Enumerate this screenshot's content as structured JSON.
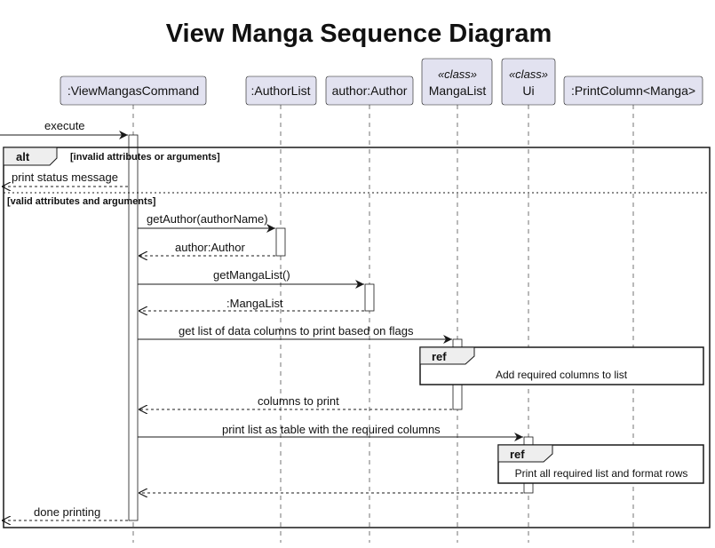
{
  "title": "View Manga Sequence Diagram",
  "participants": [
    {
      "id": "cmd",
      "name": ":ViewMangasCommand",
      "stereotype": ""
    },
    {
      "id": "authorList",
      "name": ":AuthorList",
      "stereotype": ""
    },
    {
      "id": "author",
      "name": "author:Author",
      "stereotype": ""
    },
    {
      "id": "mangaList",
      "name": "MangaList",
      "stereotype": "«class»"
    },
    {
      "id": "ui",
      "name": "Ui",
      "stereotype": "«class»"
    },
    {
      "id": "printColumn",
      "name": ":PrintColumn<Manga>",
      "stereotype": ""
    }
  ],
  "messages": [
    {
      "id": "execute",
      "label": "execute",
      "from": "external",
      "to": "cmd",
      "kind": "sync"
    },
    {
      "id": "print-status",
      "label": "print status message",
      "from": "cmd",
      "to": "external",
      "kind": "return"
    },
    {
      "id": "get-author",
      "label": "getAuthor(authorName)",
      "from": "cmd",
      "to": "authorList",
      "kind": "sync"
    },
    {
      "id": "author-return",
      "label": "author:Author",
      "from": "authorList",
      "to": "cmd",
      "kind": "return"
    },
    {
      "id": "get-manga-list",
      "label": "getMangaList()",
      "from": "cmd",
      "to": "author",
      "kind": "sync"
    },
    {
      "id": "mangalist-return",
      "label": ":MangaList",
      "from": "author",
      "to": "cmd",
      "kind": "return"
    },
    {
      "id": "get-columns",
      "label": "get list of data columns to print based on flags",
      "from": "cmd",
      "to": "mangaList",
      "kind": "sync"
    },
    {
      "id": "columns-return",
      "label": "columns to print",
      "from": "mangaList",
      "to": "cmd",
      "kind": "return"
    },
    {
      "id": "print-table",
      "label": "print list as table with the required columns",
      "from": "cmd",
      "to": "ui",
      "kind": "sync"
    },
    {
      "id": "ui-return",
      "label": "",
      "from": "ui",
      "to": "cmd",
      "kind": "return"
    },
    {
      "id": "done-printing",
      "label": "done printing",
      "from": "cmd",
      "to": "external",
      "kind": "return"
    }
  ],
  "fragments": {
    "alt": {
      "label": "alt",
      "guard1": "[invalid attributes or arguments]",
      "guard2": "[valid attributes and arguments]"
    },
    "ref1": {
      "label": "ref",
      "text": "Add required columns to list"
    },
    "ref2": {
      "label": "ref",
      "text": "Print all required list and format rows"
    }
  }
}
